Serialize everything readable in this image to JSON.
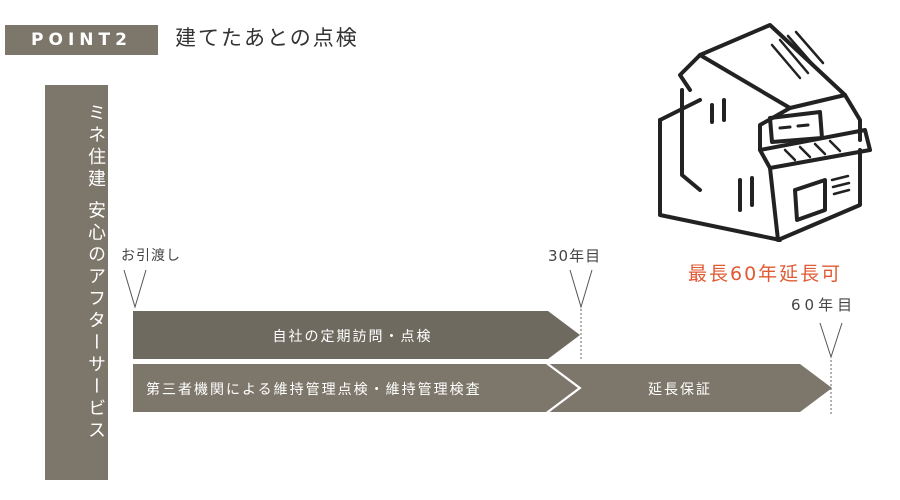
{
  "header": {
    "badge": "POINT2",
    "title": "建てたあとの点検"
  },
  "side_banner": {
    "text": "ミネ住建 安心のアフターサービス"
  },
  "timeline": {
    "markers": {
      "handover": "お引渡し",
      "year30": "30年目",
      "year60": "60年目"
    },
    "extend_note": "最長60年延長可",
    "bars": {
      "visits": "自社の定期訪問・点検",
      "third_party": "第三者機関による維持管理点検・維持管理検査",
      "warranty": "延長保証"
    }
  },
  "colors": {
    "bar_dark": "#6e6a5f",
    "bar_light": "#7d776b",
    "accent": "#e05a33"
  },
  "icons": [
    "house-illustration"
  ]
}
